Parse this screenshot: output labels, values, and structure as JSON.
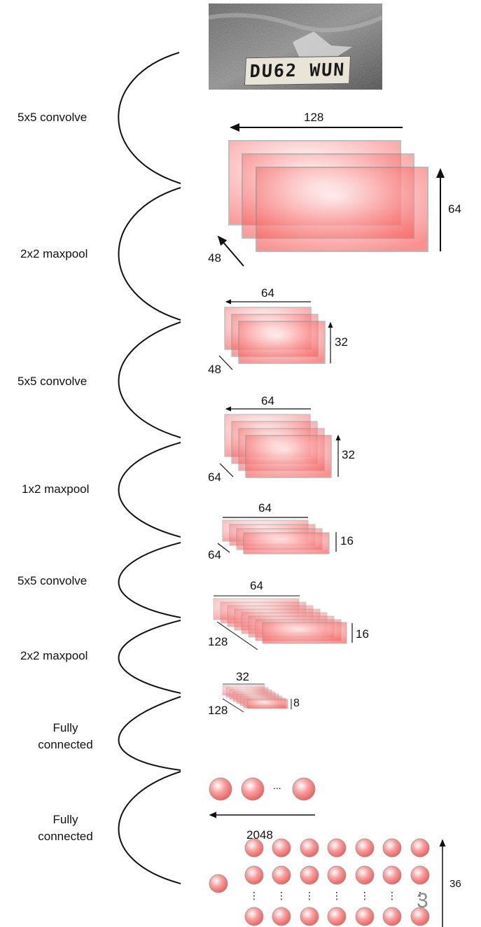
{
  "photo": {
    "plate_text": "DU62 WUN"
  },
  "stages": [
    {
      "label": "5x5 convolve"
    },
    {
      "label": "2x2 maxpool"
    },
    {
      "label": "5x5 convolve"
    },
    {
      "label": "1x2 maxpool"
    },
    {
      "label": "5x5 convolve"
    },
    {
      "label": "2x2 maxpool"
    },
    {
      "label": "Fully connected",
      "line1": "Fully",
      "line2": "connected"
    },
    {
      "label": "Fully connected",
      "line1": "Fully",
      "line2": "connected"
    }
  ],
  "layers": [
    {
      "width": "128",
      "height": "64",
      "depth": "48"
    },
    {
      "width": "64",
      "height": "32",
      "depth": "48"
    },
    {
      "width": "64",
      "height": "32",
      "depth": "64"
    },
    {
      "width": "64",
      "height": "16",
      "depth": "64"
    },
    {
      "width": "64",
      "height": "16",
      "depth": "128"
    },
    {
      "width": "32",
      "height": "8",
      "depth": "128"
    }
  ],
  "fc1": {
    "size": "2048",
    "ellipsis": "..."
  },
  "fc2": {
    "size": "36",
    "ellipsis": "⋮"
  },
  "page_number": "3",
  "colors": {
    "layer_fill": "#f26b6b",
    "layer_edge": "#8c8c8c",
    "node_fill": "#ef7b7b",
    "curve": "#111111"
  }
}
